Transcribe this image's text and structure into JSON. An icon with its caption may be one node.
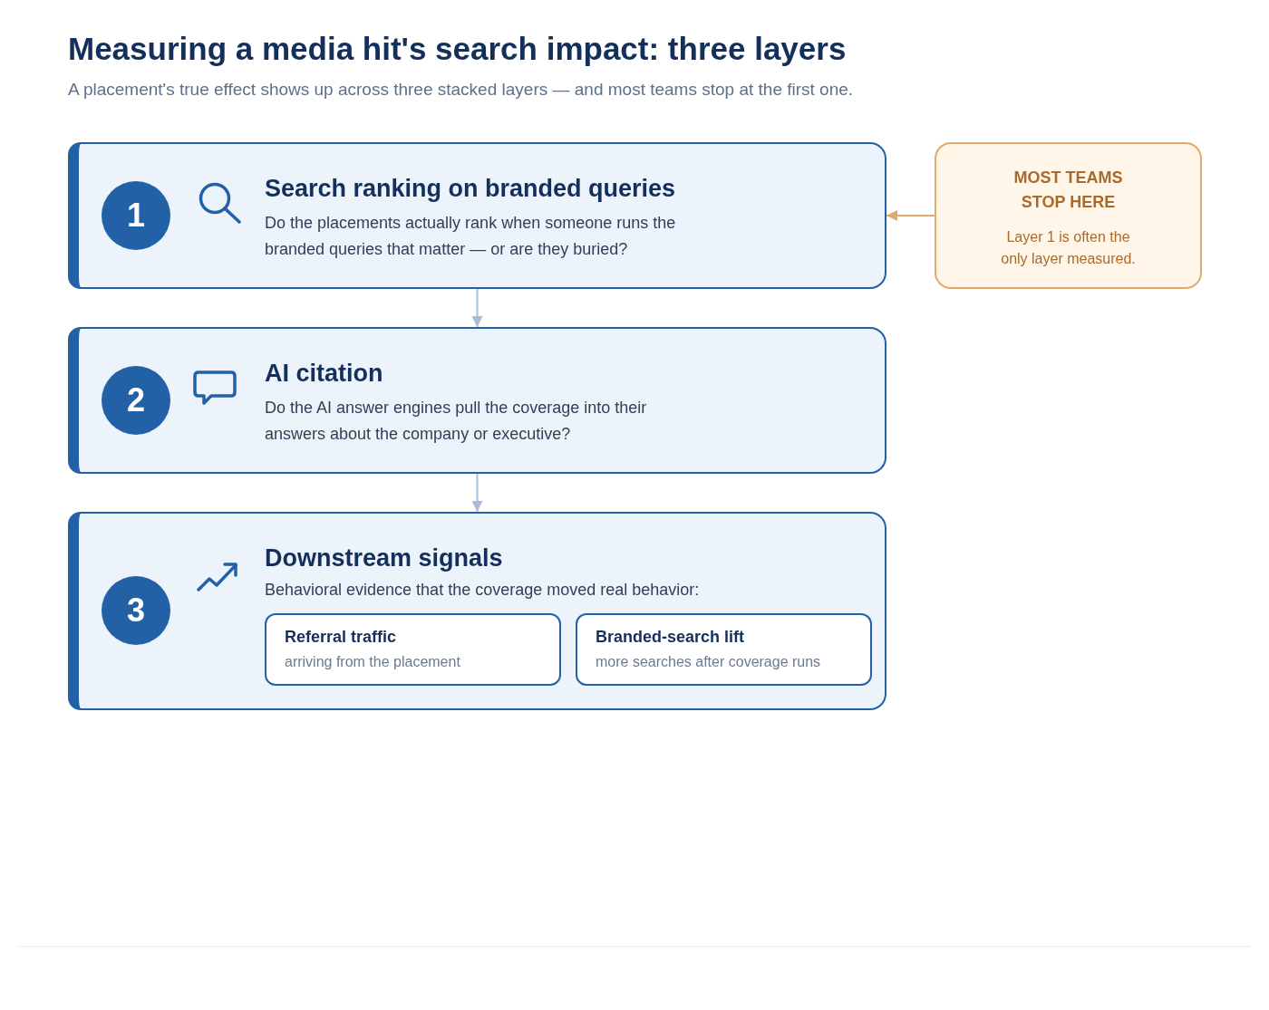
{
  "diagram": {
    "title": "Measuring a media hit's search impact: three layers",
    "caption": "A placement's true effect shows up across three stacked layers — and most teams stop at the first one.",
    "nodes": [
      {
        "text": [
          "Search ranking on branded queries",
          "Do the placements actually rank when someone runs the branded queries that matter — or are they buried?"
        ]
      },
      {
        "text": [
          "1"
        ],
        "in": 0
      },
      {
        "text": [
          "AI citation",
          "Do the AI answer engines pull the coverage into their answers about the company or executive?"
        ]
      },
      {
        "text": [
          "2"
        ],
        "in": 2
      },
      {
        "text": [
          "Downstream signals",
          "Behavioral evidence that the coverage moved real behavior:"
        ]
      },
      {
        "text": [
          "3"
        ],
        "in": 4
      },
      {
        "text": [
          "Referral traffic",
          "arriving from the placement"
        ],
        "in": 4
      },
      {
        "text": [
          "Branded-search lift",
          "more searches after coverage runs"
        ],
        "in": 4
      },
      {
        "text": [
          "MOST TEAMS STOP HERE",
          "Layer 1 is often the only layer measured."
        ]
      }
    ],
    "edges": [
      {
        "from": 0,
        "to": 2,
        "arrow": "to"
      },
      {
        "from": 2,
        "to": 4,
        "arrow": "to"
      },
      {
        "from": 8,
        "to": 0,
        "arrow": "to",
        "color": "#e2aa6a"
      }
    ]
  }
}
